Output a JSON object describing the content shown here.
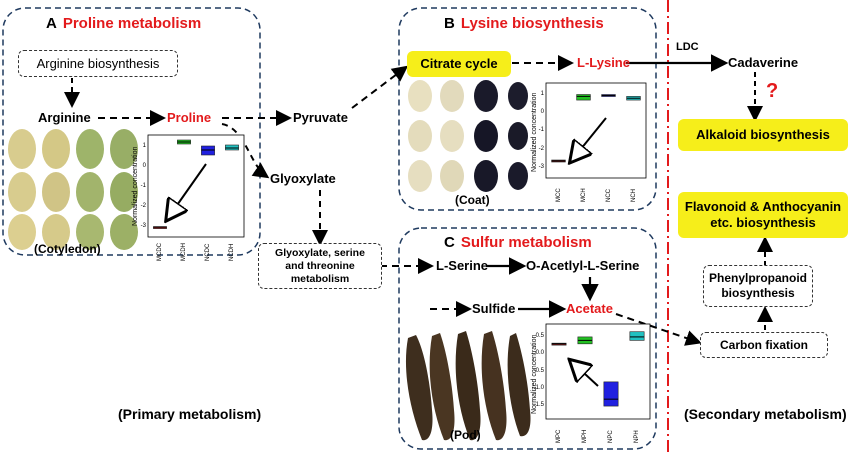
{
  "panels": {
    "A": {
      "letter": "A",
      "title": "Proline metabolism",
      "caption": "(Cotyledon)"
    },
    "B": {
      "letter": "B",
      "title": "Lysine biosynthesis",
      "caption": "(Coat)"
    },
    "C": {
      "letter": "C",
      "title": "Sulfur metabolism",
      "caption": "(Pod)"
    }
  },
  "nodes": {
    "arginine_biosynthesis": "Arginine biosynthesis",
    "arginine": "Arginine",
    "proline": "Proline",
    "pyruvate": "Pyruvate",
    "glyoxylate": "Glyoxylate",
    "glyoxylate_serine": "Glyoxylate, serine and threonine metabolism",
    "citrate_cycle": "Citrate cycle",
    "l_lysine": "L-Lysine",
    "ldc": "LDC",
    "cadaverine": "Cadaverine",
    "question": "?",
    "alkaloid": "Alkaloid biosynthesis",
    "flavonoid": "Flavonoid & Anthocyanin etc. biosynthesis",
    "phenylpropanoid": "Phenylpropanoid biosynthesis",
    "carbon_fixation": "Carbon fixation",
    "l_serine": "L-Serine",
    "o_acetyl_serine": "O-Acetlyl-L-Serine",
    "sulfide": "Sulfide",
    "acetate": "Acetate"
  },
  "sections": {
    "primary": "(Primary metabolism)",
    "secondary": "(Secondary metabolism)"
  },
  "colors": {
    "highlight_red": "#e31a1c",
    "box_yellow": "#f6ee1a",
    "panel_border": "#1f3a5f",
    "divider_red": "#e31a1c"
  },
  "chart_data": [
    {
      "type": "box",
      "panel": "A",
      "ylabel": "Normalized concentration",
      "categories": [
        "MCDC",
        "MCDH",
        "NCDC",
        "NCDH"
      ],
      "yticks": [
        "1",
        "0",
        "-1",
        "-2",
        "-3"
      ],
      "ylim": [
        -3.2,
        1.3
      ],
      "series": [
        {
          "median": -3.0,
          "q1": -3.05,
          "q3": -2.98,
          "color": "#8b1a1a"
        },
        {
          "median": 1.25,
          "q1": 1.15,
          "q3": 1.35,
          "color": "#22c122"
        },
        {
          "median": 0.85,
          "q1": 0.6,
          "q3": 1.05,
          "color": "#2020e0"
        },
        {
          "median": 0.95,
          "q1": 0.85,
          "q3": 1.1,
          "color": "#22c1c1"
        }
      ]
    },
    {
      "type": "box",
      "panel": "B",
      "ylabel": "Normalized concentration",
      "categories": [
        "MCC",
        "MCH",
        "NCC",
        "NCH"
      ],
      "yticks": [
        "1",
        "0",
        "-1",
        "-2",
        "-3"
      ],
      "ylim": [
        -3.2,
        1.3
      ],
      "series": [
        {
          "median": -2.6,
          "q1": -2.65,
          "q3": -2.55,
          "color": "#8b1a1a"
        },
        {
          "median": 0.9,
          "q1": 0.7,
          "q3": 1.0,
          "color": "#22c122"
        },
        {
          "median": 0.95,
          "q1": 0.9,
          "q3": 1.0,
          "color": "#2020e0"
        },
        {
          "median": 0.8,
          "q1": 0.7,
          "q3": 0.9,
          "color": "#22c1c1"
        }
      ]
    },
    {
      "type": "box",
      "panel": "C",
      "ylabel": "Normalized concentration",
      "categories": [
        "MPC",
        "MPH",
        "NPC",
        "NPH"
      ],
      "yticks": [
        "0.5",
        "0.0",
        "-0.5",
        "-1.0",
        "-1.5"
      ],
      "ylim": [
        -1.7,
        0.7
      ],
      "series": [
        {
          "median": 0.3,
          "q1": 0.28,
          "q3": 0.32,
          "color": "#8b1a1a"
        },
        {
          "median": 0.4,
          "q1": 0.3,
          "q3": 0.5,
          "color": "#22c122"
        },
        {
          "median": -1.3,
          "q1": -1.5,
          "q3": -0.8,
          "color": "#2020e0"
        },
        {
          "median": 0.5,
          "q1": 0.4,
          "q3": 0.65,
          "color": "#22c1c1"
        }
      ]
    }
  ]
}
